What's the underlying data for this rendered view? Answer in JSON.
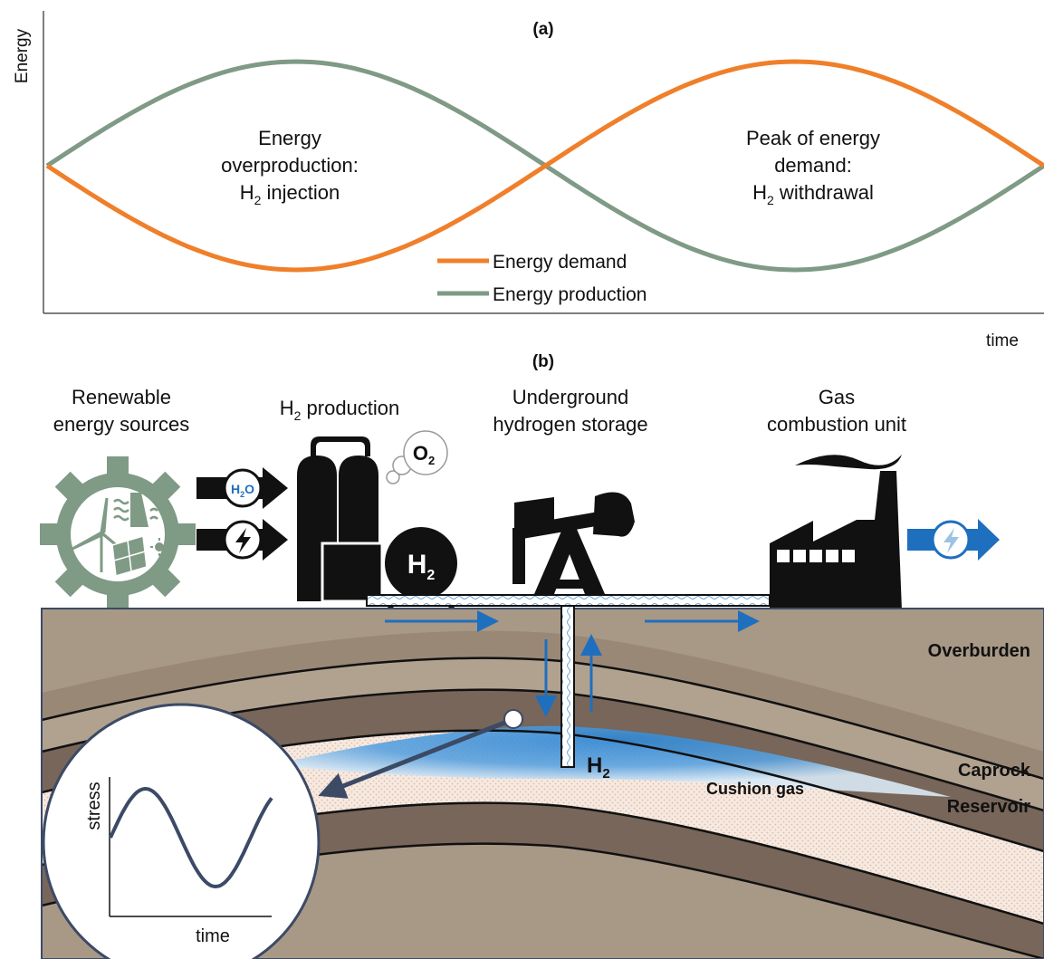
{
  "panel_a": {
    "label": "(a)",
    "y_axis_label": "Energy",
    "x_axis_label": "time",
    "left_note": {
      "line1": "Energy",
      "line2": "overproduction:",
      "h2": "H",
      "sub": "2",
      "rest": " injection"
    },
    "right_note": {
      "line1": "Peak of energy",
      "line2": "demand:",
      "h2": "H",
      "sub": "2",
      "rest": " withdrawal"
    },
    "legend": [
      {
        "label": "Energy demand",
        "color": "#f07f2a"
      },
      {
        "label": "Energy production",
        "color": "#7f9a85"
      }
    ]
  },
  "chart_data": {
    "type": "line",
    "x_range": [
      0,
      1
    ],
    "series": [
      {
        "name": "Energy demand",
        "shape": "sine, starts at mid-level, minimum in first half, maximum in second half",
        "color": "#f07f2a"
      },
      {
        "name": "Energy production",
        "shape": "sine, starts at mid-level, maximum in first half, minimum in second half",
        "color": "#7f9a85"
      }
    ]
  },
  "panel_b": {
    "label": "(b)",
    "stages": [
      {
        "line1": "Renewable",
        "line2": "energy sources"
      },
      {
        "h2": "H",
        "sub": "2",
        "rest": " production"
      },
      {
        "line1": "Underground",
        "line2": "hydrogen storage"
      },
      {
        "line1": "Gas",
        "line2": "combustion unit"
      }
    ],
    "h2o_label": {
      "h": "H",
      "sub": "2",
      "o": "O"
    },
    "o2_label": {
      "o": "O",
      "sub": "2"
    },
    "tank_label": {
      "h": "H",
      "sub": "2"
    },
    "storage_label": {
      "h": "H",
      "sub": "2"
    },
    "layers": [
      "Overburden",
      "Caprock",
      "Reservoir"
    ],
    "cushion_gas": "Cushion gas",
    "inset": {
      "y_label": "stress",
      "x_label": "time"
    },
    "colors": {
      "accent_blue": "#1f6fbf",
      "overburden": "#a89886",
      "caprock": "#776659",
      "hydrogen": "#3d8fd6",
      "gear": "#7f9a85"
    }
  }
}
